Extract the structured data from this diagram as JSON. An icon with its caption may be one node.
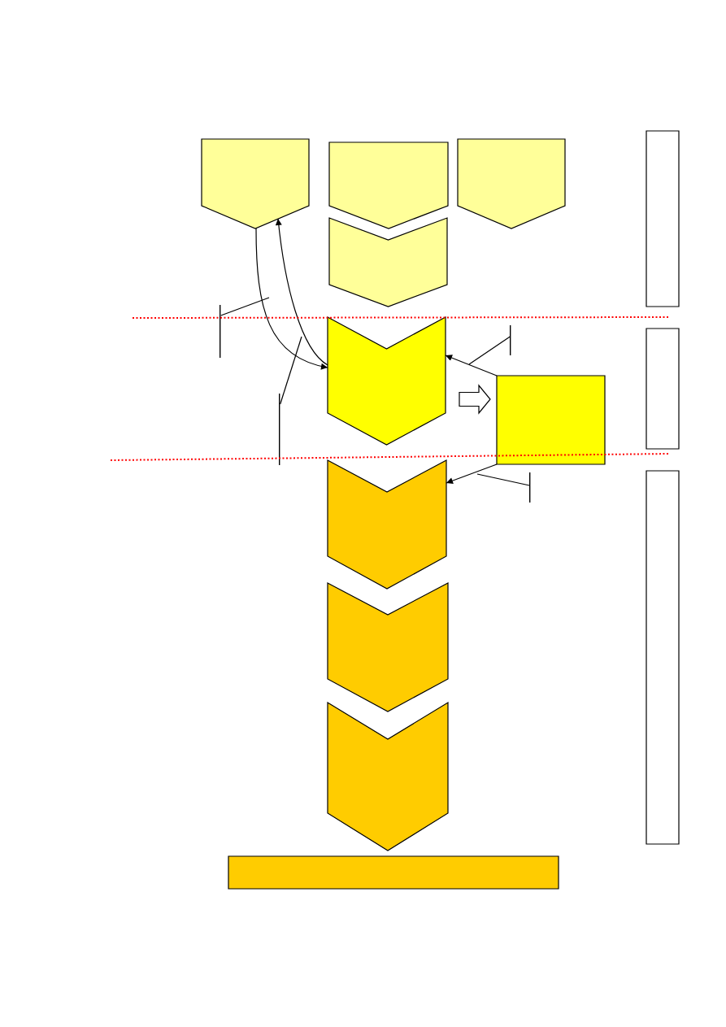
{
  "diagram": {
    "nodes": [
      {
        "text": [],
        "shape": "pentagon"
      },
      {
        "text": [],
        "shape": "pentagon"
      },
      {
        "text": [],
        "shape": "pentagon"
      },
      {
        "text": [],
        "shape": "box"
      },
      {
        "text": [],
        "shape": "chevron"
      },
      {
        "text": [],
        "shape": "bar"
      },
      {
        "text": [],
        "shape": "chevron"
      },
      {
        "text": [],
        "shape": "bar"
      },
      {
        "text": [],
        "shape": "box"
      },
      {
        "text": [],
        "shape": "box"
      },
      {
        "text": [],
        "shape": "bar"
      },
      {
        "text": [],
        "shape": "chevron"
      },
      {
        "text": [],
        "shape": "bar"
      },
      {
        "text": [],
        "shape": "box"
      },
      {
        "text": [],
        "shape": "chevron"
      },
      {
        "text": [],
        "shape": "chevron"
      },
      {
        "text": [],
        "shape": "bar"
      }
    ],
    "edges": [
      {
        "from": 0,
        "to": 6,
        "arrow": "to"
      },
      {
        "from": 6,
        "to": 0,
        "arrow": "to"
      },
      {
        "from": 9,
        "to": 6,
        "arrow": "to"
      },
      {
        "from": 9,
        "to": 11,
        "arrow": "to"
      },
      {
        "from": 6,
        "to": 9,
        "arrow": "to",
        "style": "thick"
      },
      {
        "from": 5,
        "to": null,
        "arrow": "none"
      },
      {
        "from": 10,
        "to": null,
        "arrow": "none"
      },
      {
        "from": 7,
        "to": null,
        "arrow": "none"
      },
      {
        "from": 12,
        "to": null,
        "arrow": "none"
      }
    ]
  }
}
